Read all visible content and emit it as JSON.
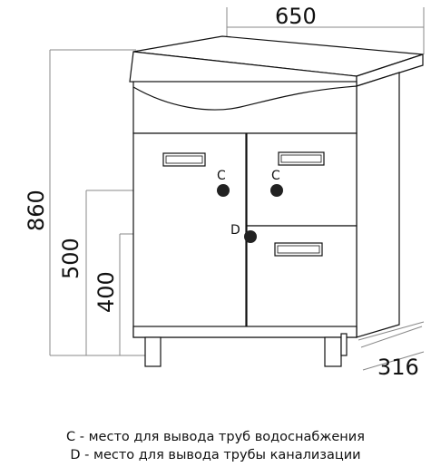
{
  "dimensions": {
    "width": "650",
    "height": "860",
    "depth": "316",
    "water_outlet_height": "500",
    "drain_outlet_height": "400"
  },
  "markers": {
    "water": "C",
    "drain": "D"
  },
  "legend": {
    "water_line": "С - место для вывода труб водоснабжения",
    "drain_line": "D - место для вывода трубы канализации"
  }
}
